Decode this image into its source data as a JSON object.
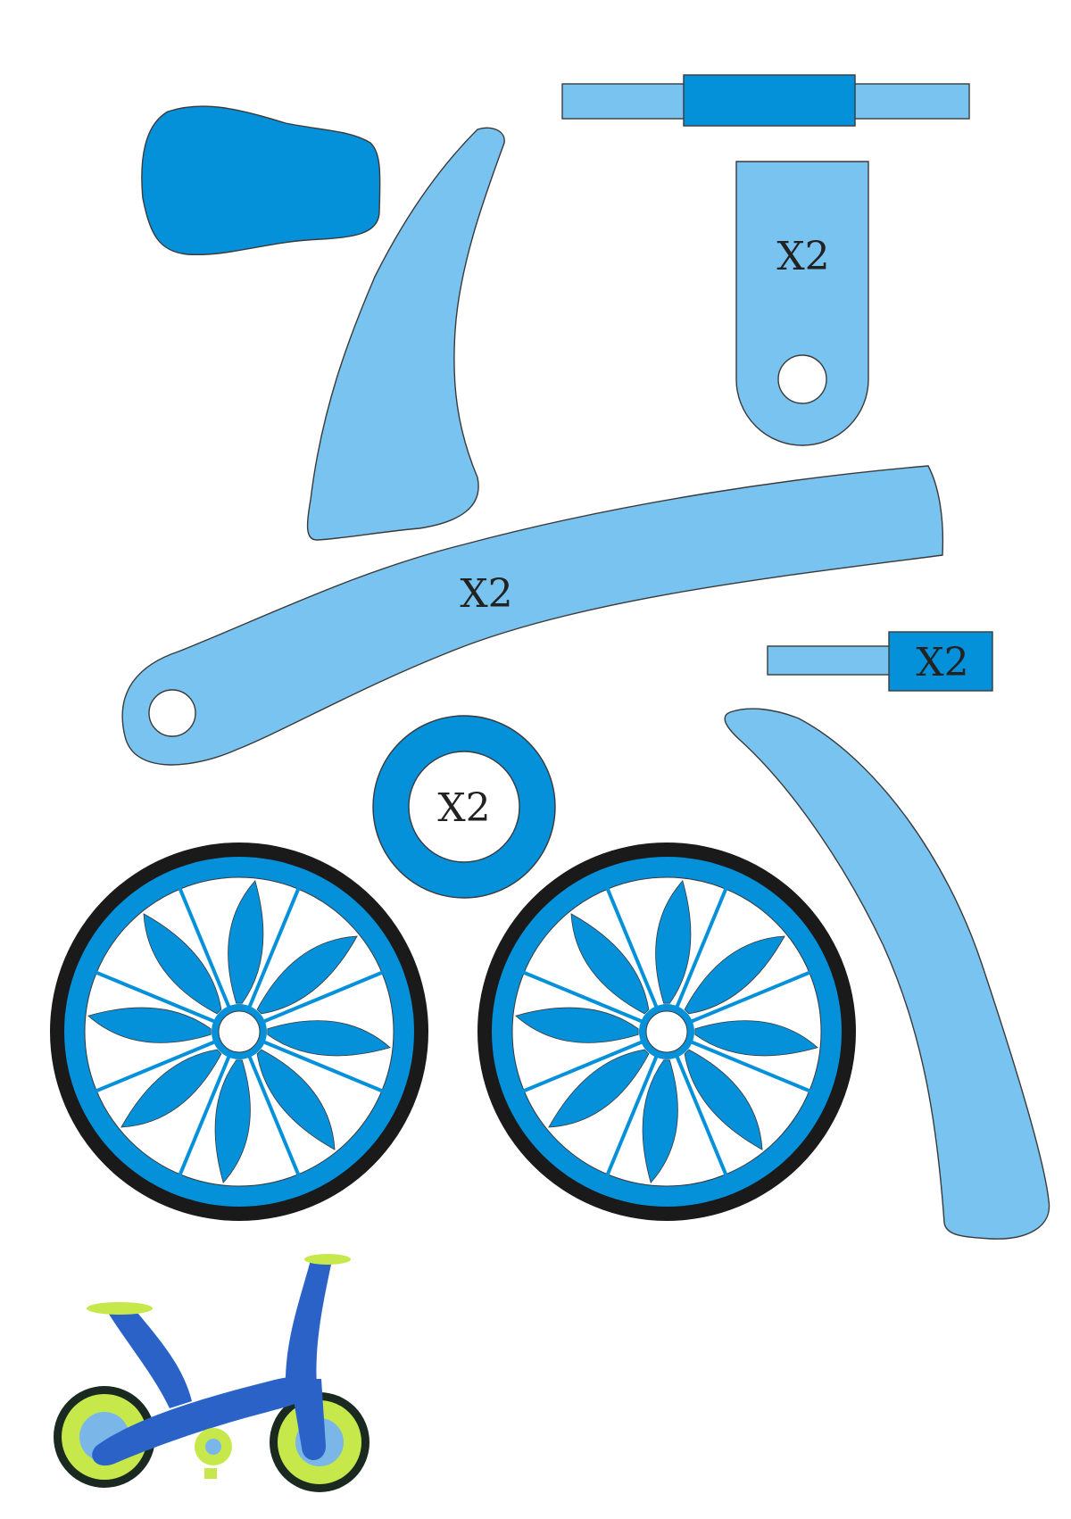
{
  "colors": {
    "light_blue": "#78c3ef",
    "mid_blue": "#0590da",
    "tire": "#1a1a1a",
    "outline": "#3a3a3a",
    "hole": "#ffffff",
    "photo_blue": "#2a62c8",
    "photo_lime": "#c7e84a"
  },
  "parts": {
    "seat": {
      "label": ""
    },
    "steering_post": {
      "label": ""
    },
    "handlebar": {
      "label": ""
    },
    "fork_plate": {
      "label": "X2"
    },
    "frame_arm": {
      "label": "X2"
    },
    "axle": {
      "label": "X2"
    },
    "washer": {
      "label": "X2"
    },
    "fender": {
      "label": ""
    }
  },
  "wheels": [
    {
      "name": "front-wheel",
      "spokes": 8
    },
    {
      "name": "rear-wheel",
      "spokes": 8
    }
  ],
  "photo": {
    "icon": "assembled-bike-photo"
  }
}
